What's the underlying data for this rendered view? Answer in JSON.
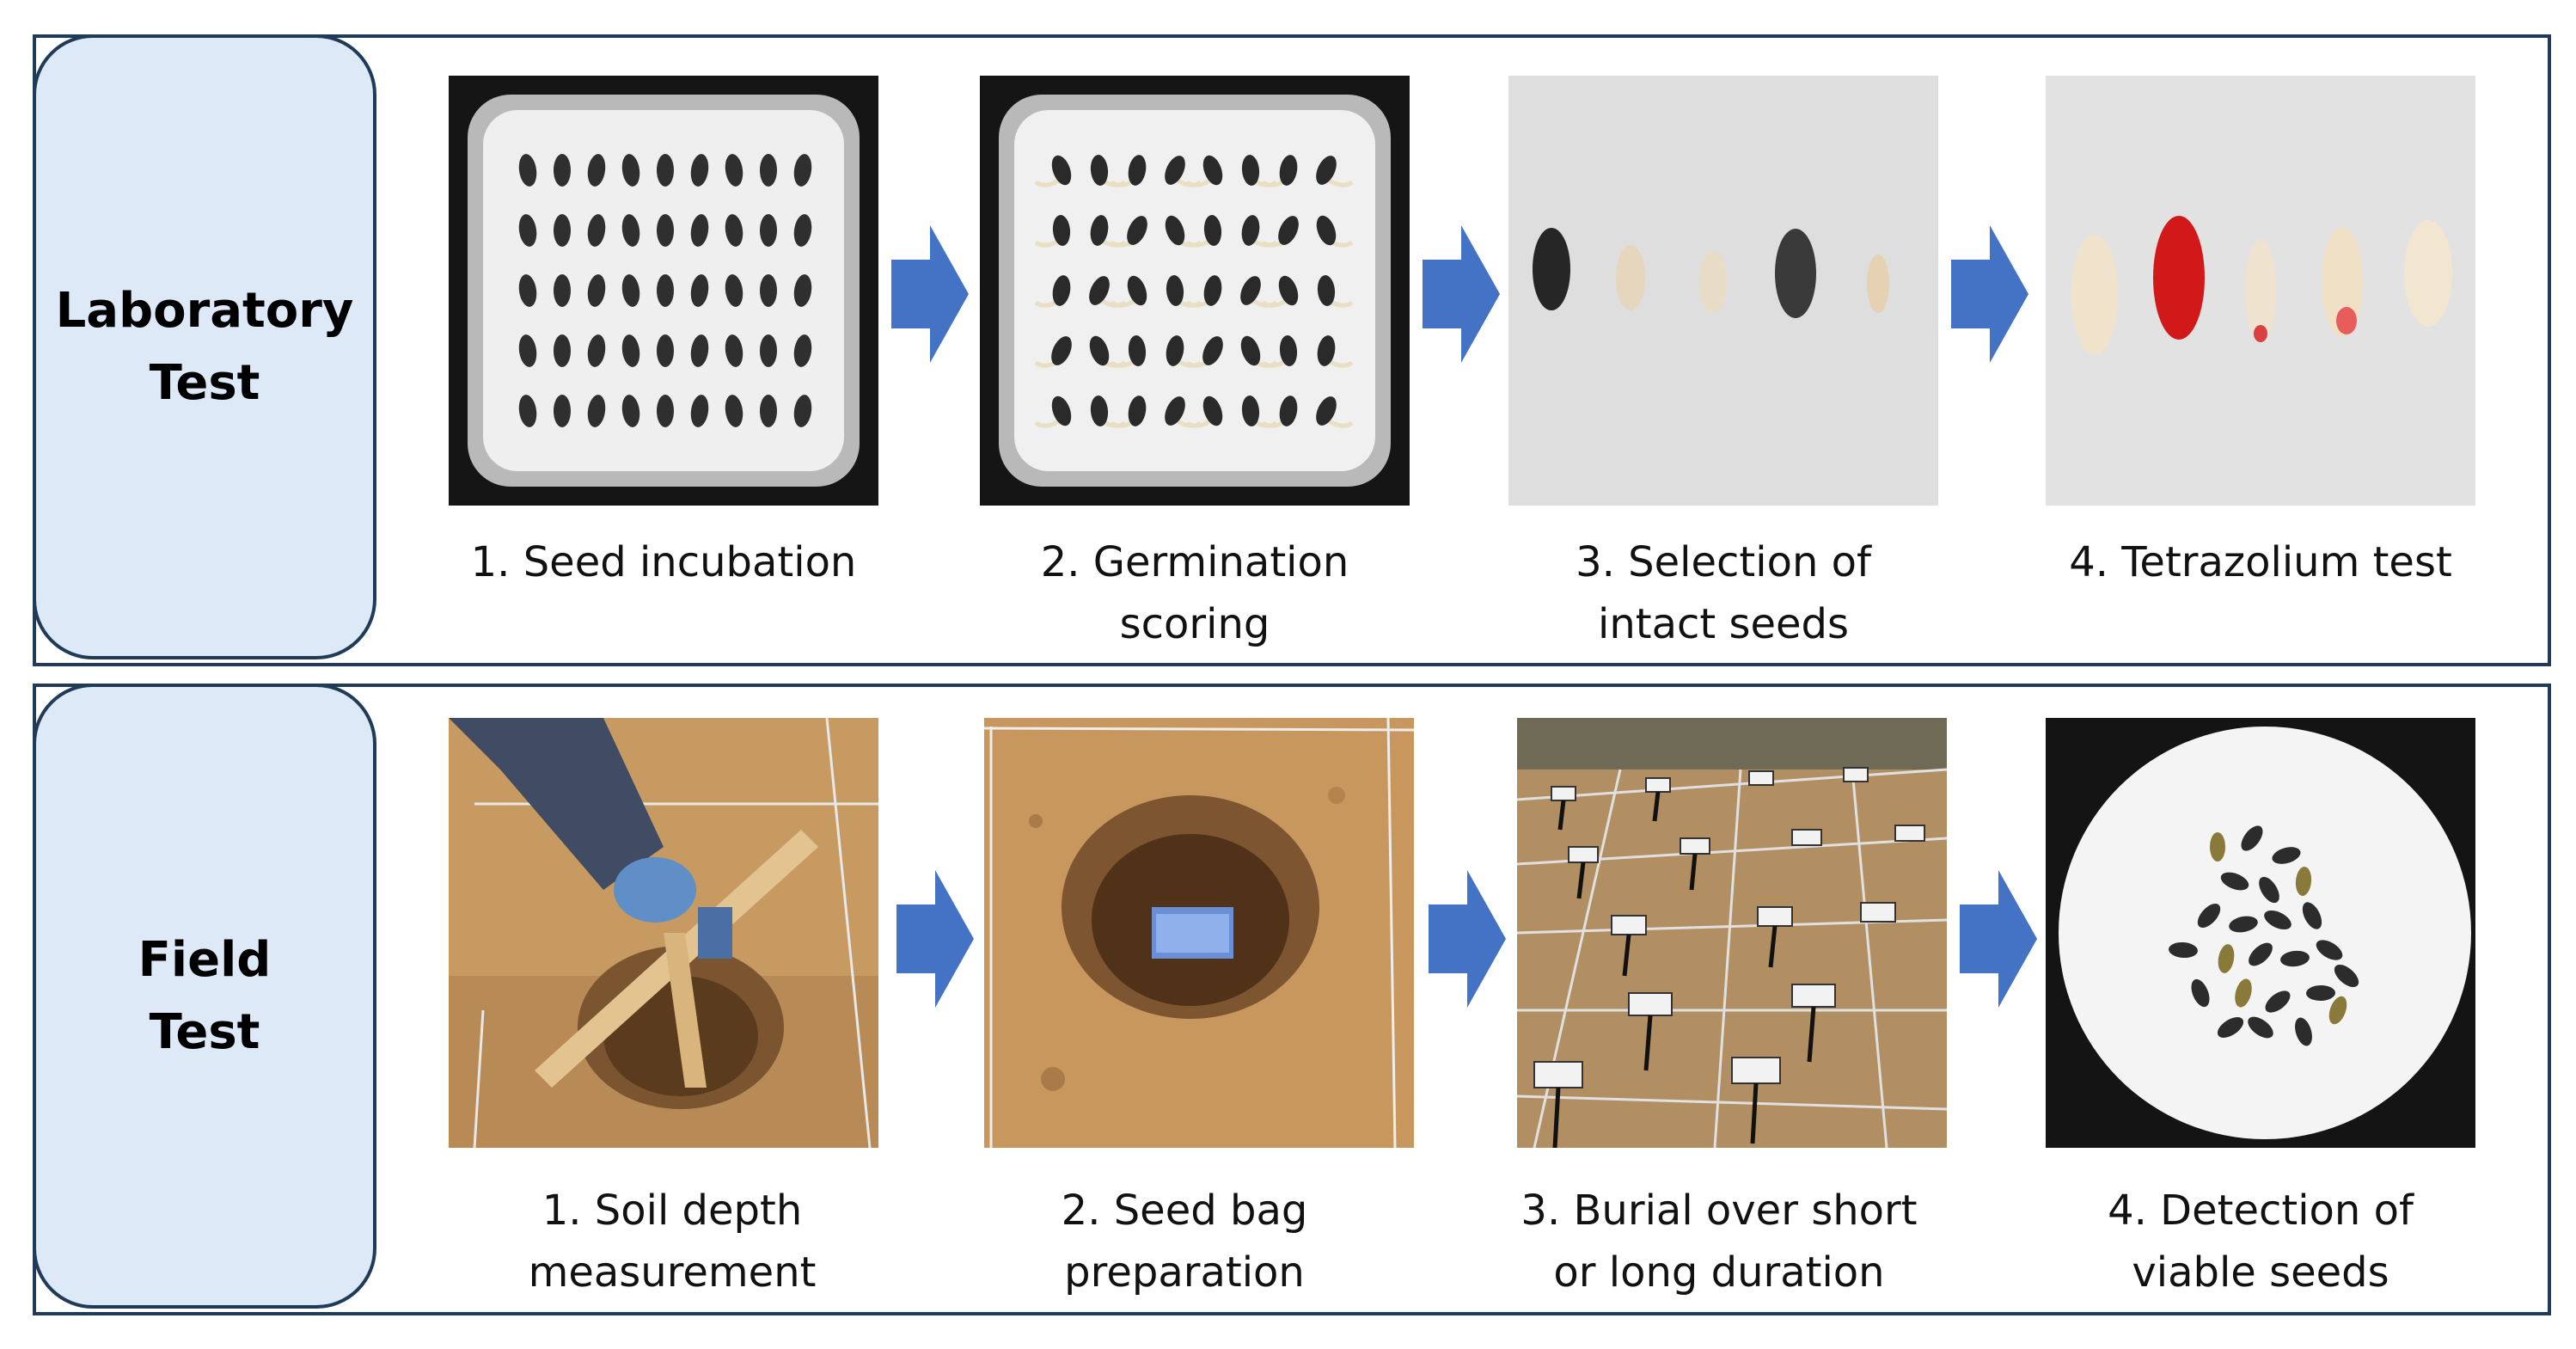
{
  "sections": [
    {
      "label": "Laboratory\nTest",
      "steps": [
        {
          "caption": "1. Seed incubation",
          "image": "seeds-in-tray-photo"
        },
        {
          "caption": "2. Germination\nscoring",
          "image": "germinated-seeds-tray-photo"
        },
        {
          "caption": "3. Selection of\nintact seeds",
          "image": "intact-seeds-photo"
        },
        {
          "caption": "4. Tetrazolium test",
          "image": "stained-seeds-photo"
        }
      ]
    },
    {
      "label": "Field\nTest",
      "steps": [
        {
          "caption": "1. Soil depth\nmeasurement",
          "image": "soil-depth-measurement-photo"
        },
        {
          "caption": "2. Seed bag\npreparation",
          "image": "seed-bag-in-hole-photo"
        },
        {
          "caption": "3. Burial over short\nor long duration",
          "image": "field-plots-with-markers-photo"
        },
        {
          "caption": "4. Detection of\nviable seeds",
          "image": "recovered-seeds-plate-photo"
        }
      ]
    }
  ],
  "colors": {
    "border": "#1f3b57",
    "label_fill": "#dde9f6",
    "arrow": "#4472c4"
  }
}
